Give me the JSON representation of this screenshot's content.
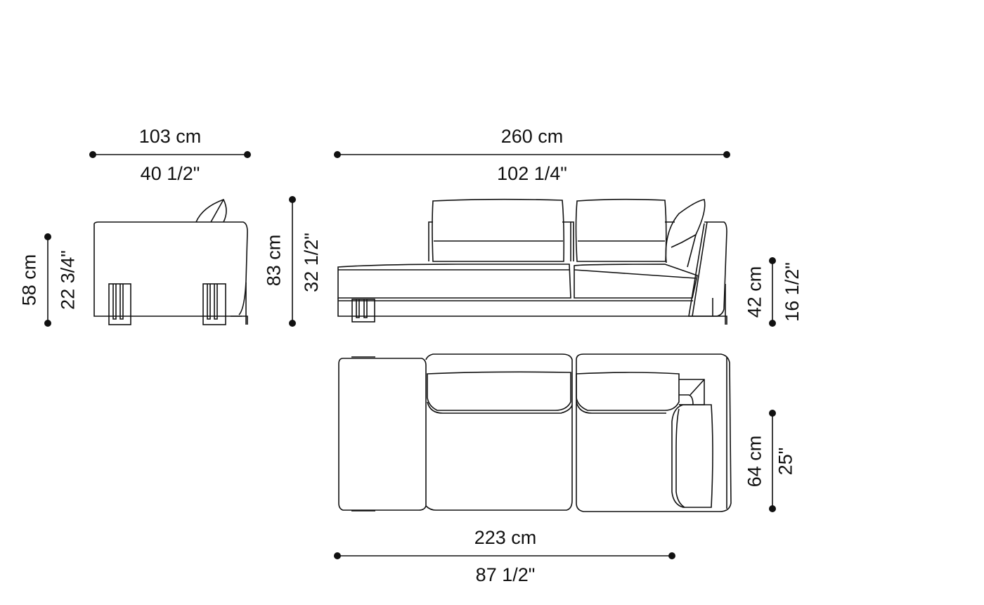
{
  "diagram": {
    "type": "furniture-dimension-drawing",
    "subject": "sofa with chaise / open end, three views",
    "colors": {
      "line": "#111111",
      "background": "#ffffff"
    },
    "views": [
      {
        "id": "side-view",
        "dimensions": {
          "width": {
            "metric": "103 cm",
            "imperial": "40 1/2\""
          },
          "height": {
            "metric": "58 cm",
            "imperial": "22 3/4\""
          }
        }
      },
      {
        "id": "front-view",
        "dimensions": {
          "width": {
            "metric": "260 cm",
            "imperial": "102 1/4\""
          },
          "height": {
            "metric": "83 cm",
            "imperial": "32 1/2\""
          },
          "seat_height": {
            "metric": "42 cm",
            "imperial": "16 1/2\""
          }
        }
      },
      {
        "id": "top-view",
        "dimensions": {
          "length": {
            "metric": "223 cm",
            "imperial": "87 1/2\""
          },
          "depth": {
            "metric": "64 cm",
            "imperial": "25\""
          }
        }
      }
    ]
  }
}
